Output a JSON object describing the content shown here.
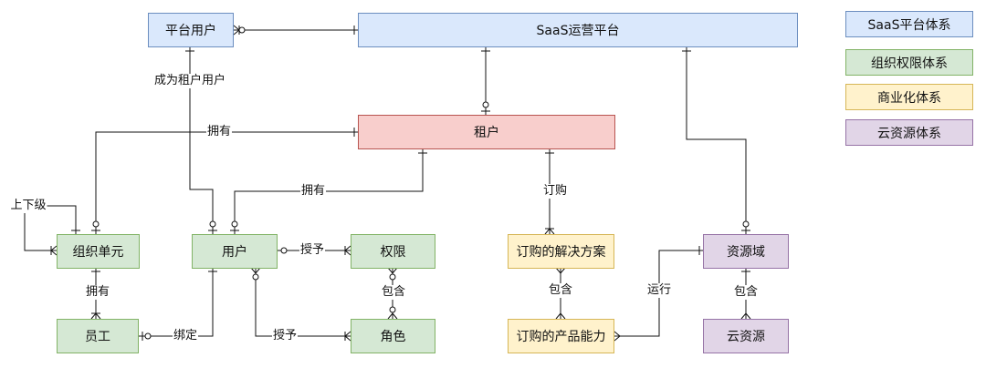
{
  "nodes": {
    "platform_user": "平台用户",
    "saas_platform": "SaaS运营平台",
    "tenant": "租户",
    "org_unit": "组织单元",
    "user": "用户",
    "permission": "权限",
    "employee": "员工",
    "role": "角色",
    "subscription_solution": "订购的解决方案",
    "subscription_capability": "订购的产品能力",
    "resource_domain": "资源域",
    "cloud_resource": "云资源"
  },
  "edge_labels": {
    "become_tenant_user": "成为租户用户",
    "tenant_owns_org": "拥有",
    "tenant_owns_user": "拥有",
    "subscribe": "订购",
    "superior_subordinate": "上下级",
    "org_owns_employee": "拥有",
    "grant_permission": "授予",
    "contains_role": "包含",
    "bind": "绑定",
    "grant_role": "授予",
    "contains_capability": "包含",
    "run": "运行",
    "contains_resource": "包含"
  },
  "legend": {
    "saas_system": "SaaS平台体系",
    "org_permission_system": "组织权限体系",
    "commercial_system": "商业化体系",
    "cloud_resource_system": "云资源体系"
  },
  "colors": {
    "blue_fill": "#dae8fc",
    "blue_stroke": "#6c8ebf",
    "green_fill": "#d5e8d4",
    "green_stroke": "#82b366",
    "red_fill": "#f8cecc",
    "red_stroke": "#b85450",
    "yellow_fill": "#fff2cc",
    "yellow_stroke": "#d6b656",
    "purple_fill": "#e1d5e7",
    "purple_stroke": "#9673a6"
  }
}
